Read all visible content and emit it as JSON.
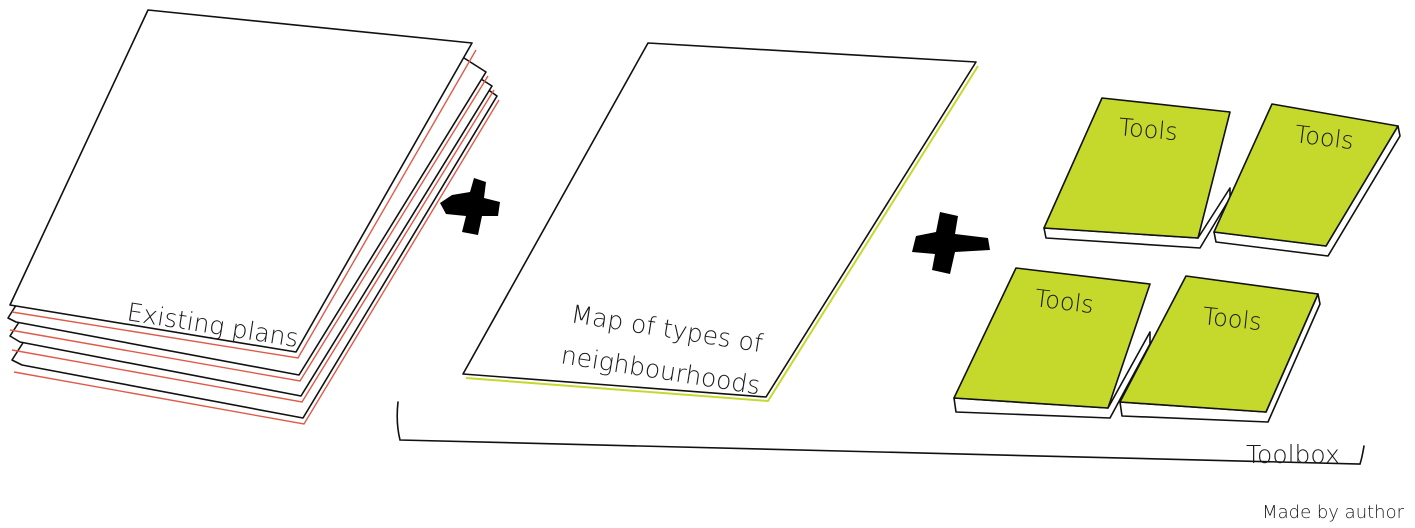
{
  "labels": {
    "existing_plans": "Existing plans",
    "map_line1": "Map of types of",
    "map_line2": "neighbourhoods",
    "tool": "Tools",
    "toolbox": "Toolbox",
    "credit": "Made by author"
  },
  "colors": {
    "book": "#c5d92d",
    "accent_line": "#e05a4a"
  }
}
